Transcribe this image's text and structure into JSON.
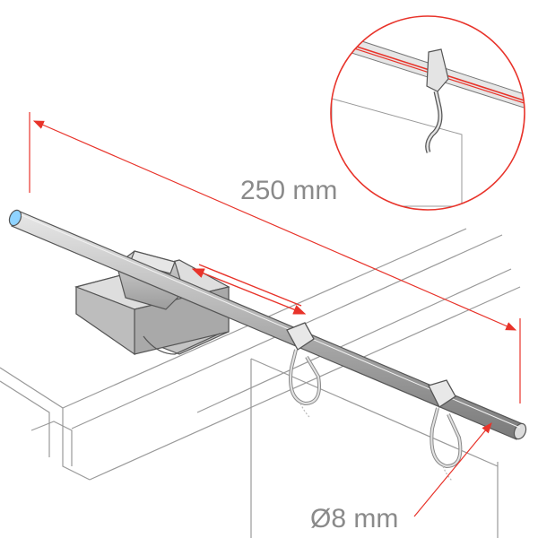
{
  "dimensions": {
    "length_label": "250 mm",
    "diameter_label": "Ø8 mm"
  },
  "colors": {
    "dimension_line": "#e8332a",
    "outline": "#8a8a8a",
    "rod_fill": "#b8b8b8",
    "label_text": "#8a8a8a"
  },
  "icons": [
    "curtain-rod",
    "slider-hook",
    "mounting-clip",
    "magnifier-detail"
  ]
}
